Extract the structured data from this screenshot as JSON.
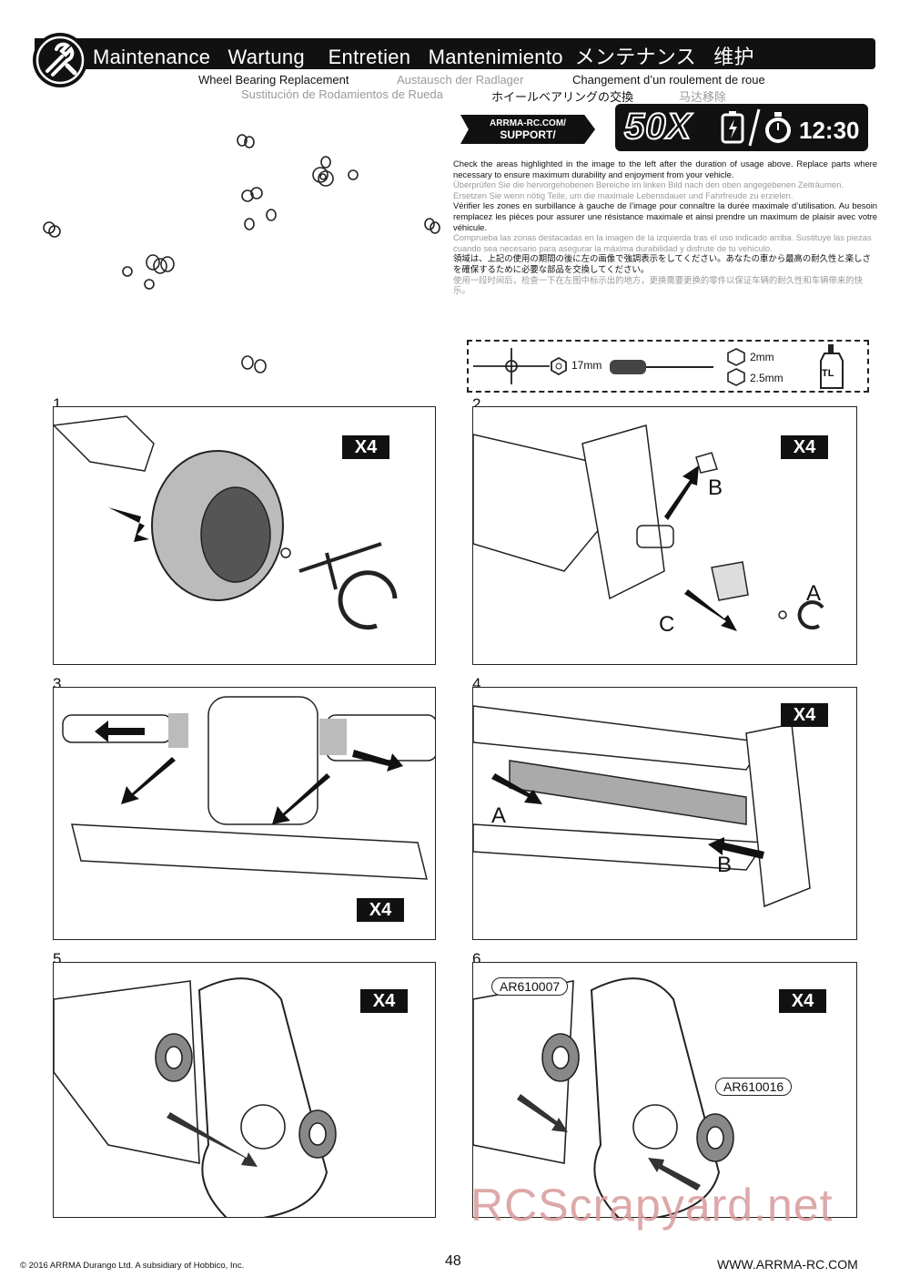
{
  "header": {
    "title": "Maintenance   Wartung    Entretien   Mantenimiento  メンテナンス   维护"
  },
  "subtitles": {
    "en": "Wheel Bearing Replacement",
    "de": "Austausch der Radlager",
    "fr": "Changement d’un roulement de roue",
    "es": "Sustitución de Rodamientos de Rueda",
    "ja": "ホイールベアリングの交換",
    "zh": "马达移除"
  },
  "support_badge": {
    "line1": "ARRMA-RC.COM/",
    "line2": "SUPPORT/"
  },
  "interval": {
    "runs": "50X",
    "time": "12:30"
  },
  "description": {
    "en": "Check the areas highlighted in the image to the left after the duration of usage above. Replace parts where necessary to ensure maximum durability and enjoyment from your vehicle.",
    "de": "Überprüfen Sie die hervorgehobenen Bereiche im linken Bild nach den oben angegebenen Zeiträumen. Ersetzen Sie wenn nötig Teile, um die maximale Lebensdauer und Fahrfreude zu erzielen.",
    "fr": "Vérifier les zones en surbillance à gauche de l’image pour connaître la durée maximale d’utilisation. Au besoin remplacez les pièces pour assurer une résistance maximale et ainsi prendre un maximum de plaisir avec votre véhicule.",
    "es": "Comprueba las zonas destacadas en la imagen de la izquierda tras el uso indicado arriba. Sustituye las piezas cuando sea necesario para asegurar la máxima durabilidad y disfrute de tu vehículo.",
    "ja": "領域は、上記の使用の期間の後に左の画像で強調表示をしてください。あなたの車から最高の耐久性と楽しさを確保するために必要な部品を交換してください。",
    "zh": "使用一段时间后，检查一下在左图中标示出的地方，更换需要更换的零件以保证车辆的耐久性和车辆带来的快乐。"
  },
  "tools": {
    "wrench_size": "17mm",
    "hex1": "2mm",
    "hex2": "2.5mm",
    "threadlock": "TL"
  },
  "steps": [
    {
      "num": "1",
      "qty": "X4"
    },
    {
      "num": "2",
      "qty": "X4",
      "labels": [
        "B",
        "A",
        "C"
      ]
    },
    {
      "num": "3",
      "qty": "X4"
    },
    {
      "num": "4",
      "qty": "X4",
      "labels": [
        "A",
        "B"
      ]
    },
    {
      "num": "5",
      "qty": "X4"
    },
    {
      "num": "6",
      "qty": "X4",
      "parts": [
        "AR610007",
        "AR610016"
      ]
    }
  ],
  "footer": {
    "copyright": "© 2016 ARRMA Durango Ltd. A subsidiary of Hobbico, Inc.",
    "page": "48",
    "url": "WWW.ARRMA-RC.COM"
  },
  "watermark": "RCScrapyard.net"
}
